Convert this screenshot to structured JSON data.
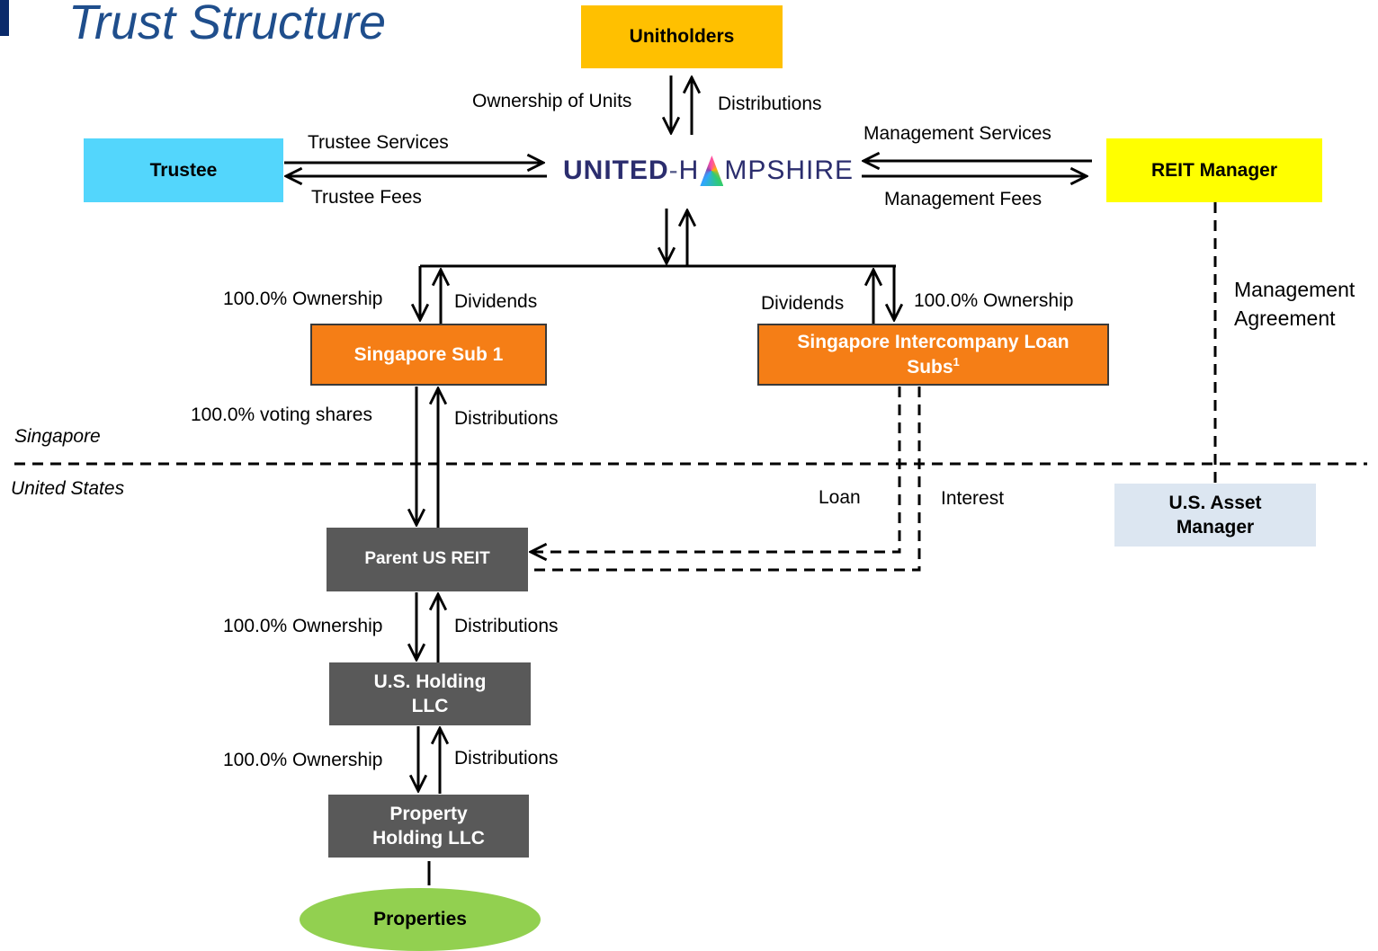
{
  "title": "Trust Structure",
  "colors": {
    "title": "#1f4e8c",
    "unitholders": "#ffc000",
    "trustee": "#53d6fc",
    "reit_manager": "#ffff00",
    "singapore_entities": "#f57e16",
    "us_entities": "#595959",
    "asset_manager": "#dce6f1",
    "properties": "#92d050"
  },
  "logo": {
    "part1": "UNITED",
    "dash": "-",
    "part2a": "H",
    "part2b": "MPSHIRE"
  },
  "entities": {
    "unitholders": "Unitholders",
    "trustee": "Trustee",
    "reit_manager": "REIT Manager",
    "singapore_sub1": "Singapore Sub 1",
    "intercompany_loan_subs": "Singapore Intercompany Loan Subs",
    "intercompany_loan_subs_footnote": "1",
    "parent_us_reit": "Parent US REIT",
    "us_holding_llc": "U.S. Holding LLC",
    "property_holding_llc": "Property Holding LLC",
    "us_asset_manager": "U.S. Asset Manager",
    "properties": "Properties"
  },
  "flows": {
    "ownership_of_units": "Ownership of Units",
    "distributions_unitholders": "Distributions",
    "trustee_services": "Trustee Services",
    "trustee_fees": "Trustee Fees",
    "management_services": "Management Services",
    "management_fees": "Management Fees",
    "ownership_sub1": "100.0% Ownership",
    "dividends_sub1": "Dividends",
    "dividends_loan_subs": "Dividends",
    "ownership_loan_subs": "100.0% Ownership",
    "voting_shares": "100.0% voting shares",
    "distributions_sub1": "Distributions",
    "loan": "Loan",
    "interest": "Interest",
    "management_agreement": "Management Agreement",
    "ownership_us_holding": "100.0% Ownership",
    "distributions_us_holding": "Distributions",
    "ownership_property_holding": "100.0% Ownership",
    "distributions_property_holding": "Distributions"
  },
  "regions": {
    "singapore": "Singapore",
    "united_states": "United States"
  }
}
